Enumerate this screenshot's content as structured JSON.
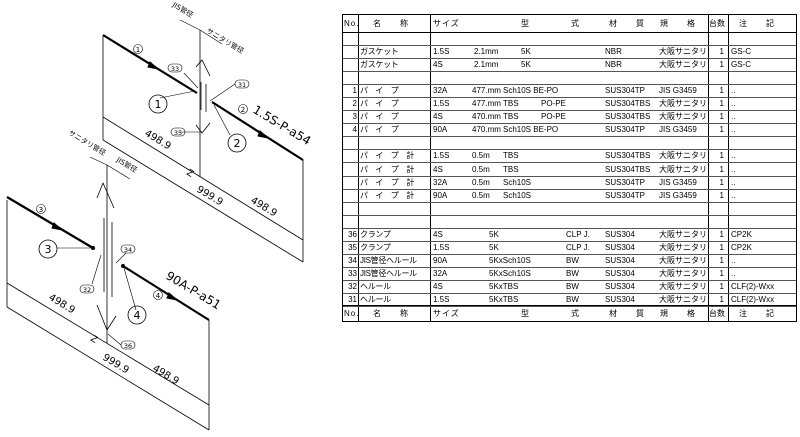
{
  "drawing": {
    "top": {
      "line_code": "1.5S-P-a54",
      "callout_pipe_a": "1",
      "callout_pipe_b": "2",
      "joint_1": "1",
      "joint_2": "2",
      "part_33": "33",
      "part_31": "31",
      "part_35": "35",
      "label_jis": "JIS管径",
      "label_sanitary": "サニタリ管径",
      "dim_left": "498.9",
      "dim_right": "498.9",
      "dim_total": "999.9",
      "axis": "Z"
    },
    "bottom": {
      "line_code": "90A-P-a51",
      "callout_pipe_a": "3",
      "callout_pipe_b": "4",
      "joint_3": "3",
      "joint_4": "4",
      "part_34": "34",
      "part_32": "32",
      "part_36": "36",
      "label_jis": "JIS管径",
      "label_sanitary": "サニタリ管径",
      "dim_left": "498.9",
      "dim_right": "498.9",
      "dim_total": "999.9",
      "axis": "Z"
    }
  },
  "table": {
    "headers": {
      "no": "No.",
      "name": "名　　称",
      "size": "サイズ",
      "type1": "型",
      "type2": "式",
      "material": "材　　質",
      "standard": "規　　格",
      "qty": "台数",
      "note": "注　　記"
    },
    "rows": [
      {
        "kind": "blank"
      },
      {
        "kind": "gasket",
        "no": "",
        "name": "ガスケット",
        "size": "1.5S",
        "s1": "2.1mm",
        "s2": "5K",
        "material": "NBR",
        "standard": "大阪サニタリ",
        "qty": "1",
        "note": "GS-C"
      },
      {
        "kind": "gasket",
        "no": "",
        "name": "ガスケット",
        "size": "4S",
        "s1": "2.1mm",
        "s2": "5K",
        "material": "NBR",
        "standard": "大阪サニタリ",
        "qty": "1",
        "note": "GS-C"
      },
      {
        "kind": "blank"
      },
      {
        "kind": "pipe",
        "no": "1",
        "name": "パ　イ　プ",
        "size": "32A",
        "s1": "477.mm",
        "s2": "Sch10S BE-PO",
        "s3": "",
        "material": "SUS304TP",
        "standard": "JIS G3459",
        "qty": "1",
        "note": ".."
      },
      {
        "kind": "pipe",
        "no": "2",
        "name": "パ　イ　プ",
        "size": "1.5S",
        "s1": "477.mm",
        "s2": "TBS",
        "s3": "PO-PE",
        "material": "SUS304TBS",
        "standard": "大阪サニタリ",
        "qty": "1",
        "note": ".."
      },
      {
        "kind": "pipe",
        "no": "3",
        "name": "パ　イ　プ",
        "size": "4S",
        "s1": "470.mm",
        "s2": "TBS",
        "s3": "PO-PE",
        "material": "SUS304TBS",
        "standard": "大阪サニタリ",
        "qty": "1",
        "note": ".."
      },
      {
        "kind": "pipe",
        "no": "4",
        "name": "パ　イ　プ",
        "size": "90A",
        "s1": "470.mm",
        "s2": "Sch10S BE-PO",
        "s3": "",
        "material": "SUS304TP",
        "standard": "JIS G3459",
        "qty": "1",
        "note": ".."
      },
      {
        "kind": "blank"
      },
      {
        "kind": "meter",
        "no": "",
        "name": "パ　イ　プ　計",
        "size": "1.5S",
        "s1": "0.5m",
        "s2": "TBS",
        "material": "SUS304TBS",
        "standard": "大阪サニタリ",
        "qty": "1",
        "note": ".."
      },
      {
        "kind": "meter",
        "no": "",
        "name": "パ　イ　プ　計",
        "size": "4S",
        "s1": "0.5m",
        "s2": "TBS",
        "material": "SUS304TBS",
        "standard": "大阪サニタリ",
        "qty": "1",
        "note": ".."
      },
      {
        "kind": "meter",
        "no": "",
        "name": "パ　イ　プ　計",
        "size": "32A",
        "s1": "0.5m",
        "s2": "Sch10S",
        "material": "SUS304TP",
        "standard": "JIS G3459",
        "qty": "1",
        "note": ".."
      },
      {
        "kind": "meter",
        "no": "",
        "name": "パ　イ　プ　計",
        "size": "90A",
        "s1": "0.5m",
        "s2": "Sch10S",
        "material": "SUS304TP",
        "standard": "JIS G3459",
        "qty": "1",
        "note": ".."
      },
      {
        "kind": "blank"
      },
      {
        "kind": "blank"
      },
      {
        "kind": "part",
        "no": "36",
        "name": "クランプ",
        "size": "4S",
        "s1": "5K",
        "s2": "CLP J.",
        "material": "SUS304",
        "standard": "大阪サニタリ",
        "qty": "1",
        "note": "CP2K"
      },
      {
        "kind": "part",
        "no": "35",
        "name": "クランプ",
        "size": "1.5S",
        "s1": "5K",
        "s2": "CLP J.",
        "material": "SUS304",
        "standard": "大阪サニタリ",
        "qty": "1",
        "note": "CP2K"
      },
      {
        "kind": "part",
        "no": "34",
        "name": "JIS管径ヘルール",
        "size": "90A",
        "s1": "5KxSch10S",
        "s2": "BW",
        "material": "SUS304",
        "standard": "大阪サニタリ",
        "qty": "1",
        "note": ".."
      },
      {
        "kind": "part",
        "no": "33",
        "name": "JIS管径ヘルール",
        "size": "32A",
        "s1": "5KxSch10S",
        "s2": "BW",
        "material": "SUS304",
        "standard": "大阪サニタリ",
        "qty": "1",
        "note": ".."
      },
      {
        "kind": "part",
        "no": "32",
        "name": "ヘルール",
        "size": "4S",
        "s1": "5KxTBS",
        "s2": "BW",
        "material": "SUS304",
        "standard": "大阪サニタリ",
        "qty": "1",
        "note": "CLF(2)-Wxx"
      },
      {
        "kind": "part",
        "no": "31",
        "name": "ヘルール",
        "size": "1.5S",
        "s1": "5KxTBS",
        "s2": "BW",
        "material": "SUS304",
        "standard": "大阪サニタリ",
        "qty": "1",
        "note": "CLF(2)-Wxx"
      }
    ]
  }
}
